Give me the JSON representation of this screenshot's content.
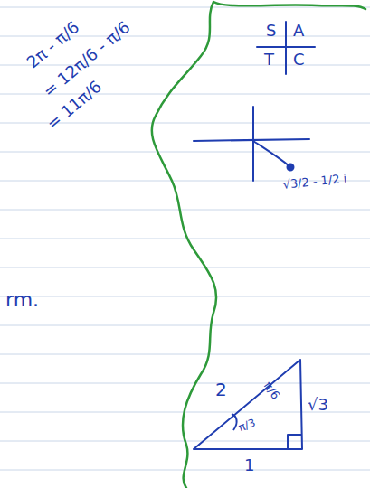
{
  "diagram": {
    "labels": [
      "2π - π/6",
      "= 12π/6 - π/6",
      "= 11π/6",
      "S",
      "A",
      "T",
      "C",
      "√3/2 - 1/2 i",
      "rm.",
      "2",
      "π/6",
      "√3",
      "π/3",
      "1"
    ]
  }
}
